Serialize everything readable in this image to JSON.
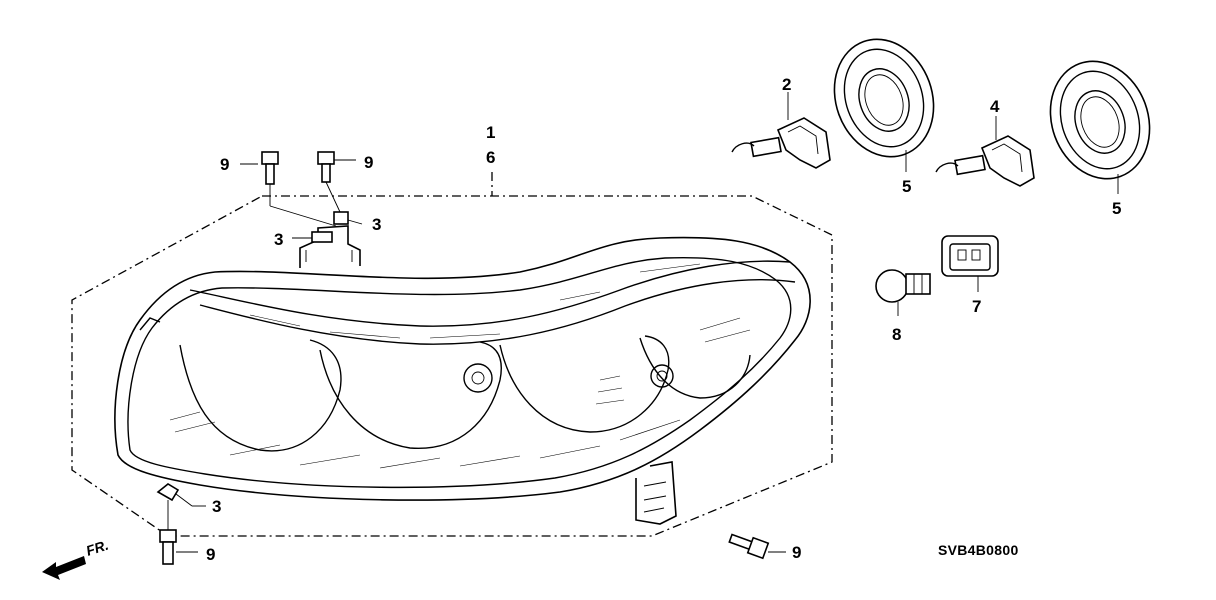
{
  "diagram": {
    "callouts": {
      "c1": "1",
      "c2": "2",
      "c3a": "3",
      "c3b": "3",
      "c3c": "3",
      "c4": "4",
      "c5a": "5",
      "c5b": "5",
      "c6": "6",
      "c7": "7",
      "c8": "8",
      "c9a": "9",
      "c9b": "9",
      "c9c": "9",
      "c9d": "9"
    },
    "diagram_code": "SVB4B0800",
    "direction_label": "FR."
  }
}
